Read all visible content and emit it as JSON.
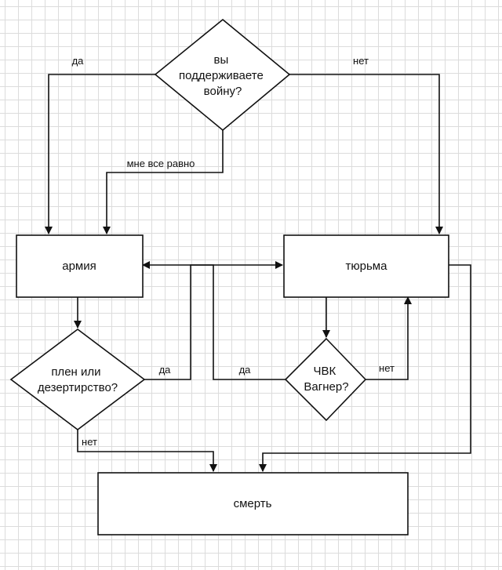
{
  "nodes": {
    "question": [
      "вы",
      "поддерживаете",
      "войну?"
    ],
    "army": "армия",
    "prison": "тюрьма",
    "captivity": [
      "плен или",
      "дезертирство?"
    ],
    "wagner": [
      "ЧВК",
      "Вагнер?"
    ],
    "death": "смерть"
  },
  "edge_labels": {
    "question_yes": "да",
    "question_no": "нет",
    "question_dont_care": "мне все равно",
    "captivity_yes": "да",
    "captivity_no": "нет",
    "wagner_yes": "да",
    "wagner_no": "нет"
  }
}
